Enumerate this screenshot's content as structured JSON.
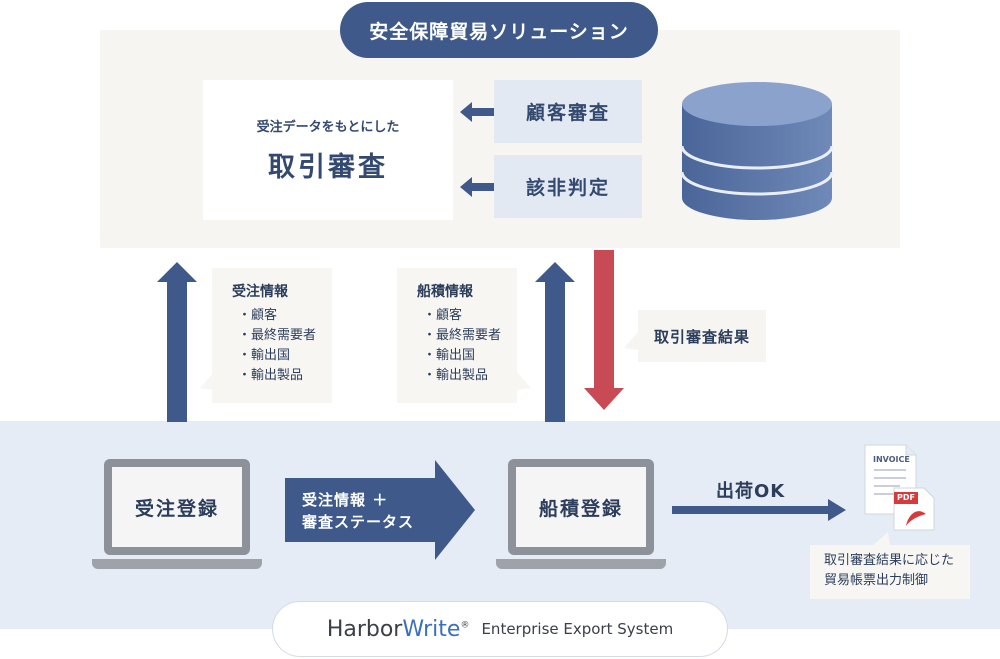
{
  "title": "安全保障貿易ソリューション",
  "review": {
    "subtitle": "受注データをもとにした",
    "main": "取引審査"
  },
  "checks": [
    "顧客審査",
    "該非判定"
  ],
  "order_info": {
    "title": "受注情報",
    "items": [
      "・顧客",
      "・最終需要者",
      "・輸出国",
      "・輸出製品"
    ]
  },
  "shipping_info": {
    "title": "船積情報",
    "items": [
      "・顧客",
      "・最終需要者",
      "・輸出国",
      "・輸出製品"
    ]
  },
  "result_label": "取引審査結果",
  "order_entry": "受注登録",
  "flow_label_line1": "受注情報 ＋",
  "flow_label_line2": "審査ステータス",
  "shipping_entry": "船積登録",
  "ship_ok": "出荷OK",
  "invoice_label": "INVOICE",
  "pdf_label": "PDF",
  "ship_note_line1": "取引審査結果に応じた",
  "ship_note_line2": "貿易帳票出力制御",
  "brand": {
    "part1": "Harbor",
    "part2": "Write",
    "mark": "®",
    "tagline": "Enterprise Export System"
  },
  "colors": {
    "navy": "#3f5a8a",
    "red": "#c84a55",
    "panel": "#e6ecf5"
  }
}
